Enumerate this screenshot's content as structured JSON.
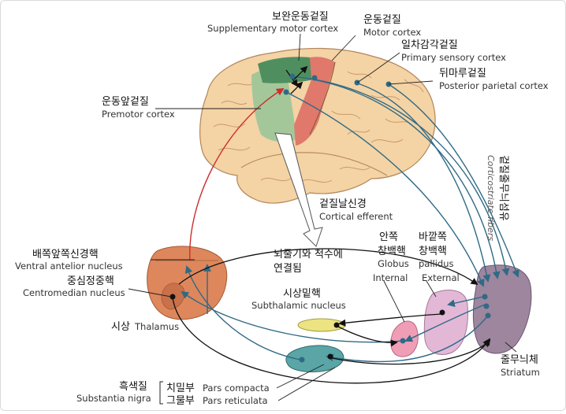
{
  "labels": {
    "sma_ko": "보완운동겉질",
    "sma_en": "Supplementary motor cortex",
    "motor_ko": "운동겉질",
    "motor_en": "Motor cortex",
    "s1_ko": "일차감각겉질",
    "s1_en": "Primary sensory cortex",
    "ppc_ko": "뒤마루겉질",
    "ppc_en": "Posterior parietal cortex",
    "pm_ko": "운동앞겉질",
    "pm_en": "Premotor cortex",
    "cortstr_ko": "겉질줄무늬섬유",
    "cortstr_en": "Corticostriate fibers",
    "eff_ko": "겉질날신경",
    "eff_en": "Cortical efferent",
    "bs_ko_1": "뇌줄기와 척수에",
    "bs_ko_2": "연결됨",
    "va_ko": "배쪽앞쪽신경핵",
    "va_en": "Ventral antelior nucleus",
    "cm_ko": "중심정중핵",
    "cm_en": "Centromedian nucleus",
    "thal_ko": "시상",
    "thal_en": "Thalamus",
    "gpi_ko_1": "안쪽",
    "gpi_ko_2": "창백핵",
    "gpe_ko_1": "바깥쪽",
    "gpe_ko_2": "창백핵",
    "gp_en_1": "Globus",
    "gp_en_2": "pallidus",
    "gpi_en": "Internal",
    "gpe_en": "External",
    "stn_ko": "시상밑핵",
    "stn_en": "Subthalamic nucleus",
    "str_ko": "줄무늬체",
    "str_en": "Striatum",
    "sn_ko": "흑색질",
    "sn_en": "Substantia nigra",
    "pc_ko": "치밀부",
    "pc_en": "Pars compacta",
    "pr_ko": "그물부",
    "pr_en": "Pars reticulata"
  },
  "colors": {
    "brain": "#f4d3a4",
    "premotor": "#9fc69a",
    "sma": "#4f8f5f",
    "motor": "#e0796b",
    "thalamus": "#de875c",
    "striatum": "#9d869e",
    "gpe": "#e3b8d6",
    "gpi": "#ef9eb6",
    "stn": "#ece383",
    "sn": "#5aa5a6",
    "arrow_blue": "#2f6a86",
    "arrow_red": "#cc2e2e",
    "arrow_black": "#111111"
  }
}
